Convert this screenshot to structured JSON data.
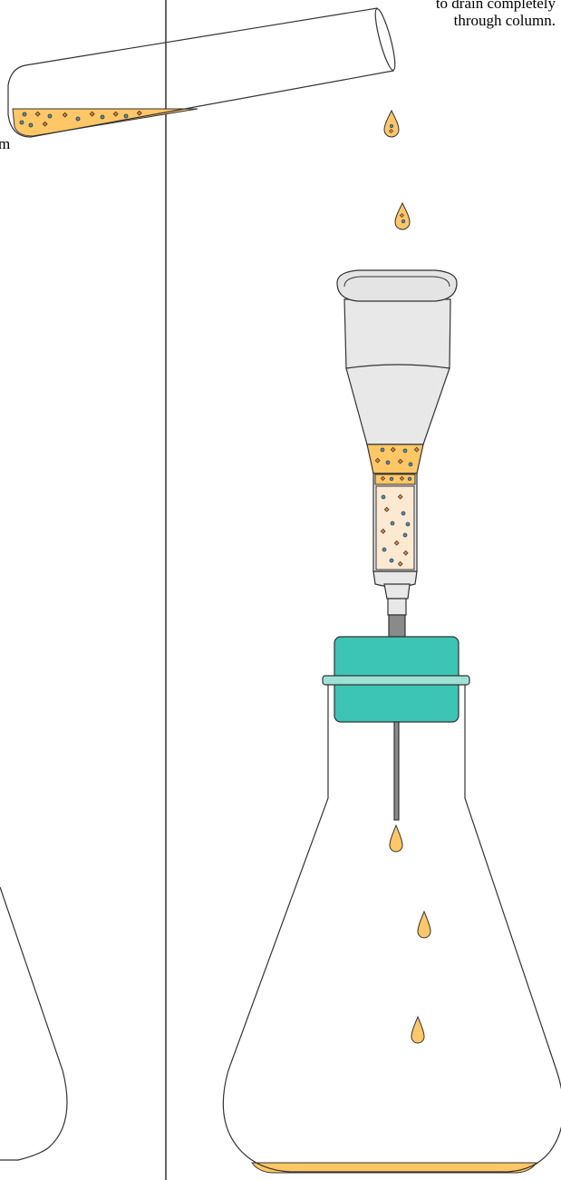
{
  "captions": {
    "right": [
      "to drain completely",
      "through column."
    ],
    "left_fragment": "m"
  },
  "colors": {
    "liquid": "#FFC766",
    "column_body": "#E8E8E8",
    "resin_light": "#FCE9D2",
    "adapter": "#3CC4B4",
    "ring": "#9CE0D6",
    "stem": "#8A8A8A",
    "outline": "#222222",
    "dot_blue": "#4F8FB0",
    "dot_orange": "#E8813C"
  },
  "icons": {
    "test_tube": "tilted-test-tube-icon",
    "droplet": "droplet-icon",
    "column": "spin-column-icon",
    "adapter": "vacuum-adapter-icon",
    "flask": "erlenmeyer-flask-icon"
  }
}
